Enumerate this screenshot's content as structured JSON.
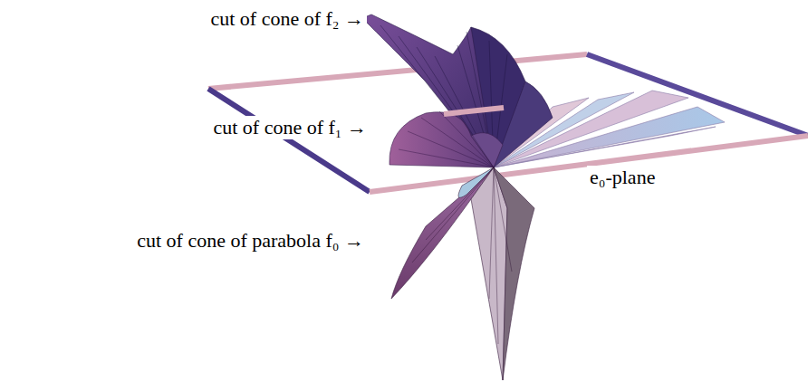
{
  "diagram": {
    "labels": [
      "cut of cone of f₂ →",
      "cut of cone of f₁ →",
      "e₀-plane",
      "cut of cone of parabola f₀ →"
    ]
  }
}
